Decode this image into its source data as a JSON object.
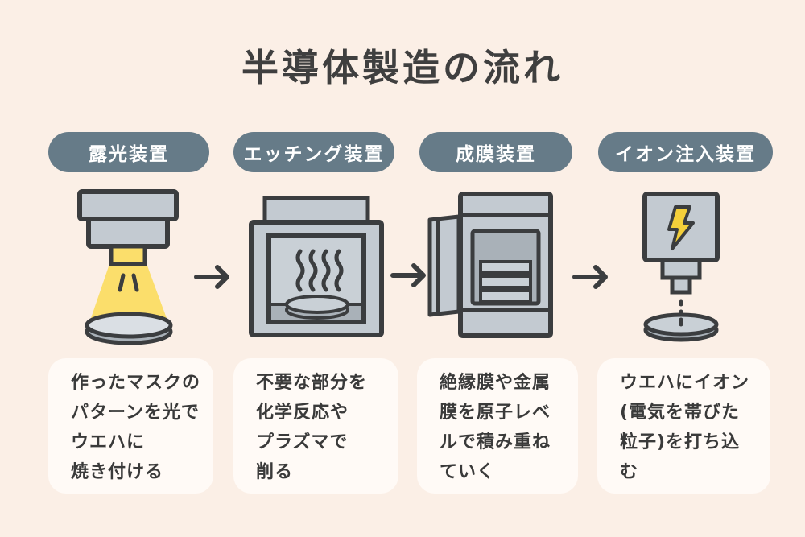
{
  "title": "半導体製造の流れ",
  "colors": {
    "background": "#fbefe6",
    "pill": "#667b88",
    "card": "#fffaf6",
    "machine_fill": "#c3cad1",
    "outline": "#3b3d3f",
    "light_beam": "#fbde6b",
    "bolt": "#f4cf3a"
  },
  "steps": [
    {
      "label": "露光装置",
      "icon": "exposure-machine-icon",
      "description": "作ったマスクの\nパターンを光で\nウエハに\n焼き付ける"
    },
    {
      "label": "エッチング装置",
      "icon": "etching-chamber-icon",
      "description": "不要な部分を\n化学反応や\nプラズマで\n削る"
    },
    {
      "label": "成膜装置",
      "icon": "deposition-cabinet-icon",
      "description": "絶縁膜や金属\n膜を原子レベ\nルで積み重ね\nていく"
    },
    {
      "label": "イオン注入装置",
      "icon": "ion-implanter-icon",
      "description": "ウエハにイオン\n(電気を帯びた\n粒子)を打ち込\nむ"
    }
  ],
  "arrows": [
    "arrow-right-icon",
    "arrow-right-icon",
    "arrow-right-icon"
  ]
}
